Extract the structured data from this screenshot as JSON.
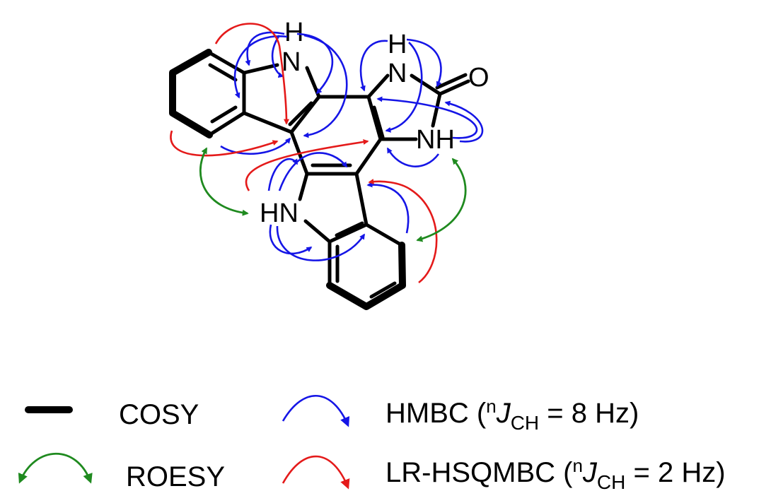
{
  "atoms": {
    "nh_top_h": "H",
    "nh_top_n": "N",
    "urea_h": "H",
    "urea_n1": "N",
    "carbonyl_o": "O",
    "urea_nh2": "NH",
    "nh_lower": "HN"
  },
  "legend": {
    "cosy": "COSY",
    "roesy": "ROESY",
    "hmbc_prefix": "HMBC (",
    "hmbc_sup": "n",
    "hmbc_j": "J",
    "hmbc_sub": "CH",
    "hmbc_suffix": " = 8 Hz)",
    "lr_prefix": "LR-HSQMBC (",
    "lr_sup": "n",
    "lr_j": "J",
    "lr_sub": "CH",
    "lr_suffix": " = 2 Hz)"
  },
  "colors": {
    "hmbc": "#1515e6",
    "lr_hsqmbc": "#e41a1a",
    "roesy": "#1f8a1f",
    "cosy": "#000000"
  }
}
